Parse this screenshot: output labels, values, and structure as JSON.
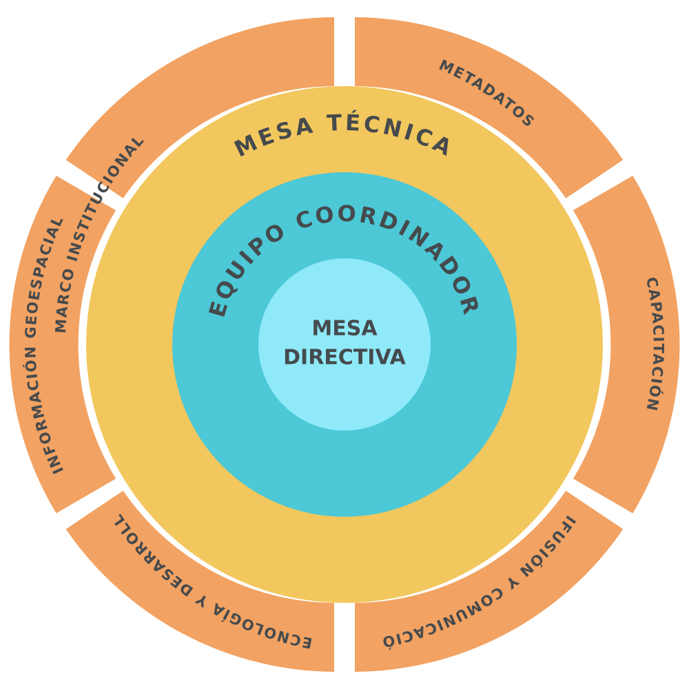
{
  "colors": {
    "outer_segment": "#f2a262",
    "mesa_tecnica": "#f2c75d",
    "equipo_coordinador": "#4cc8d6",
    "mesa_directiva": "#8fe9f8",
    "text": "#454a4d",
    "gap": "#ffffff"
  },
  "segments": [
    {
      "id": "marco",
      "label": "MARCO INSTITUCIONAL"
    },
    {
      "id": "metadatos",
      "label": "METADATOS"
    },
    {
      "id": "capacitacion",
      "label": "CAPACITACIÓN"
    },
    {
      "id": "difusion",
      "label": "DIFUSIÓN Y COMUNICACIÓN"
    },
    {
      "id": "tecnologia",
      "label": "TECNOLOGÍA Y DESARROLLO"
    },
    {
      "id": "informacion",
      "label": "INFORMACIÓN GEOESPACIAL"
    }
  ],
  "rings": {
    "mesa_tecnica": "MESA TÉCNICA",
    "equipo_coordinador": "EQUIPO COORDINADOR",
    "mesa_directiva_line1": "MESA",
    "mesa_directiva_line2": "DIRECTIVA"
  }
}
